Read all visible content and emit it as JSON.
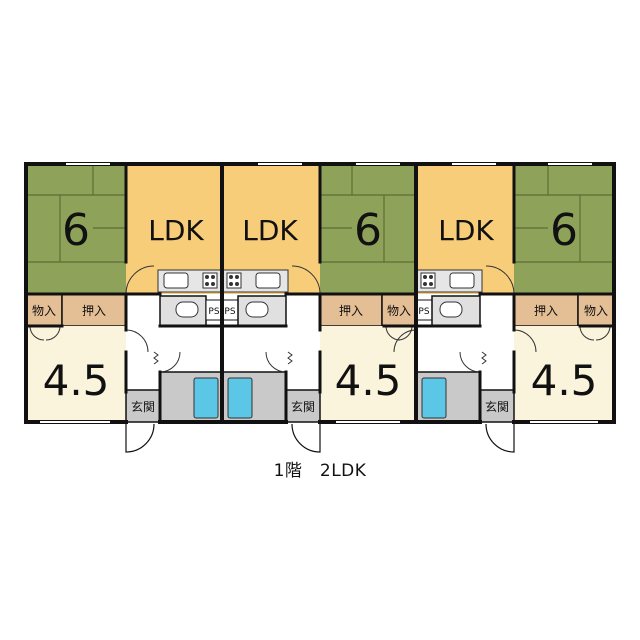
{
  "caption": "1階　2LDK",
  "colors": {
    "tatami": "#8fa25a",
    "ldk": "#f7cd79",
    "storage": "#e4bf96",
    "room45": "#fbf4dc",
    "wet": "#c9c9c9",
    "bath": "#5bc6e6",
    "wall": "#111111"
  },
  "units": [
    {
      "tatami6": "6",
      "ldk": "LDK",
      "room45": "4.5",
      "closet_a": "物入",
      "closet_b": "押入",
      "entrance": "玄関",
      "ps": "PS"
    },
    {
      "tatami6": "6",
      "ldk": "LDK",
      "room45": "4.5",
      "closet_a": "物入",
      "closet_b": "押入",
      "entrance": "玄関",
      "ps": "PS"
    },
    {
      "tatami6": "6",
      "ldk": "LDK",
      "room45": "4.5",
      "closet_a": "物入",
      "closet_b": "押入",
      "entrance": "玄関",
      "ps": "PS"
    }
  ]
}
